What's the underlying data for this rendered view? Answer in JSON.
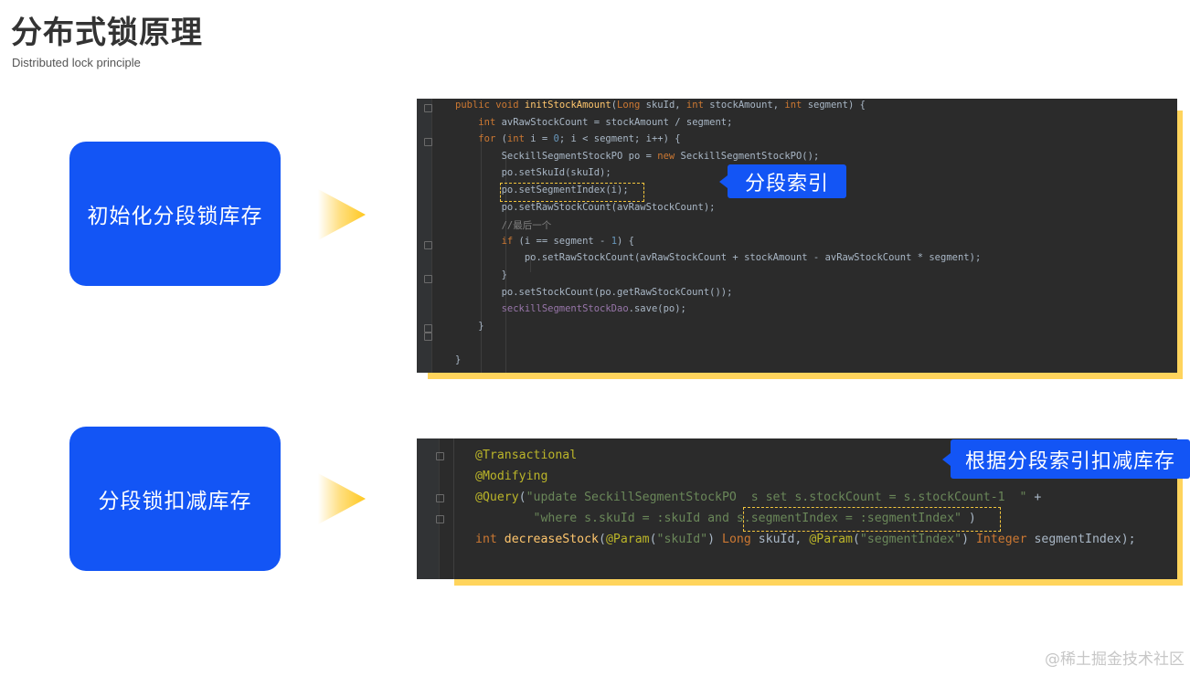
{
  "header": {
    "title": "分布式锁原理",
    "subtitle": "Distributed lock principle"
  },
  "cards": [
    {
      "label": "初始化分段锁库存"
    },
    {
      "label": "分段锁扣减库存"
    }
  ],
  "callouts": {
    "segment_index": "分段索引",
    "deduct_by_index": "根据分段索引扣减库存"
  },
  "code_top": [
    "public void initStockAmount(Long skuId, int stockAmount, int segment) {",
    "    int avRawStockCount = stockAmount / segment;",
    "    for (int i = 0; i < segment; i++) {",
    "        SeckillSegmentStockPO po = new SeckillSegmentStockPO();",
    "        po.setSkuId(skuId);",
    "        po.setSegmentIndex(i);",
    "        po.setRawStockCount(avRawStockCount);",
    "        //最后一个",
    "        if (i == segment - 1) {",
    "            po.setRawStockCount(avRawStockCount + stockAmount - avRawStockCount * segment);",
    "        }",
    "        po.setStockCount(po.getRawStockCount());",
    "        seckillSegmentStockDao.save(po);",
    "    }",
    "",
    "}"
  ],
  "code_bottom": [
    "@Transactional",
    "@Modifying",
    "@Query(\"update SeckillSegmentStockPO  s set s.stockCount = s.stockCount-1  \" +",
    "        \"where s.skuId = :skuId and s.segmentIndex = :segmentIndex\" )",
    "int decreaseStock(@Param(\"skuId\") Long skuId, @Param(\"segmentIndex\") Integer segmentIndex);"
  ],
  "watermark": "@稀土掘金技术社区",
  "colors": {
    "accent_blue": "#1355f5",
    "arrow_yellow": "#ffc81e",
    "shadow_yellow": "#ffd45c",
    "editor_bg": "#2b2b2b"
  }
}
